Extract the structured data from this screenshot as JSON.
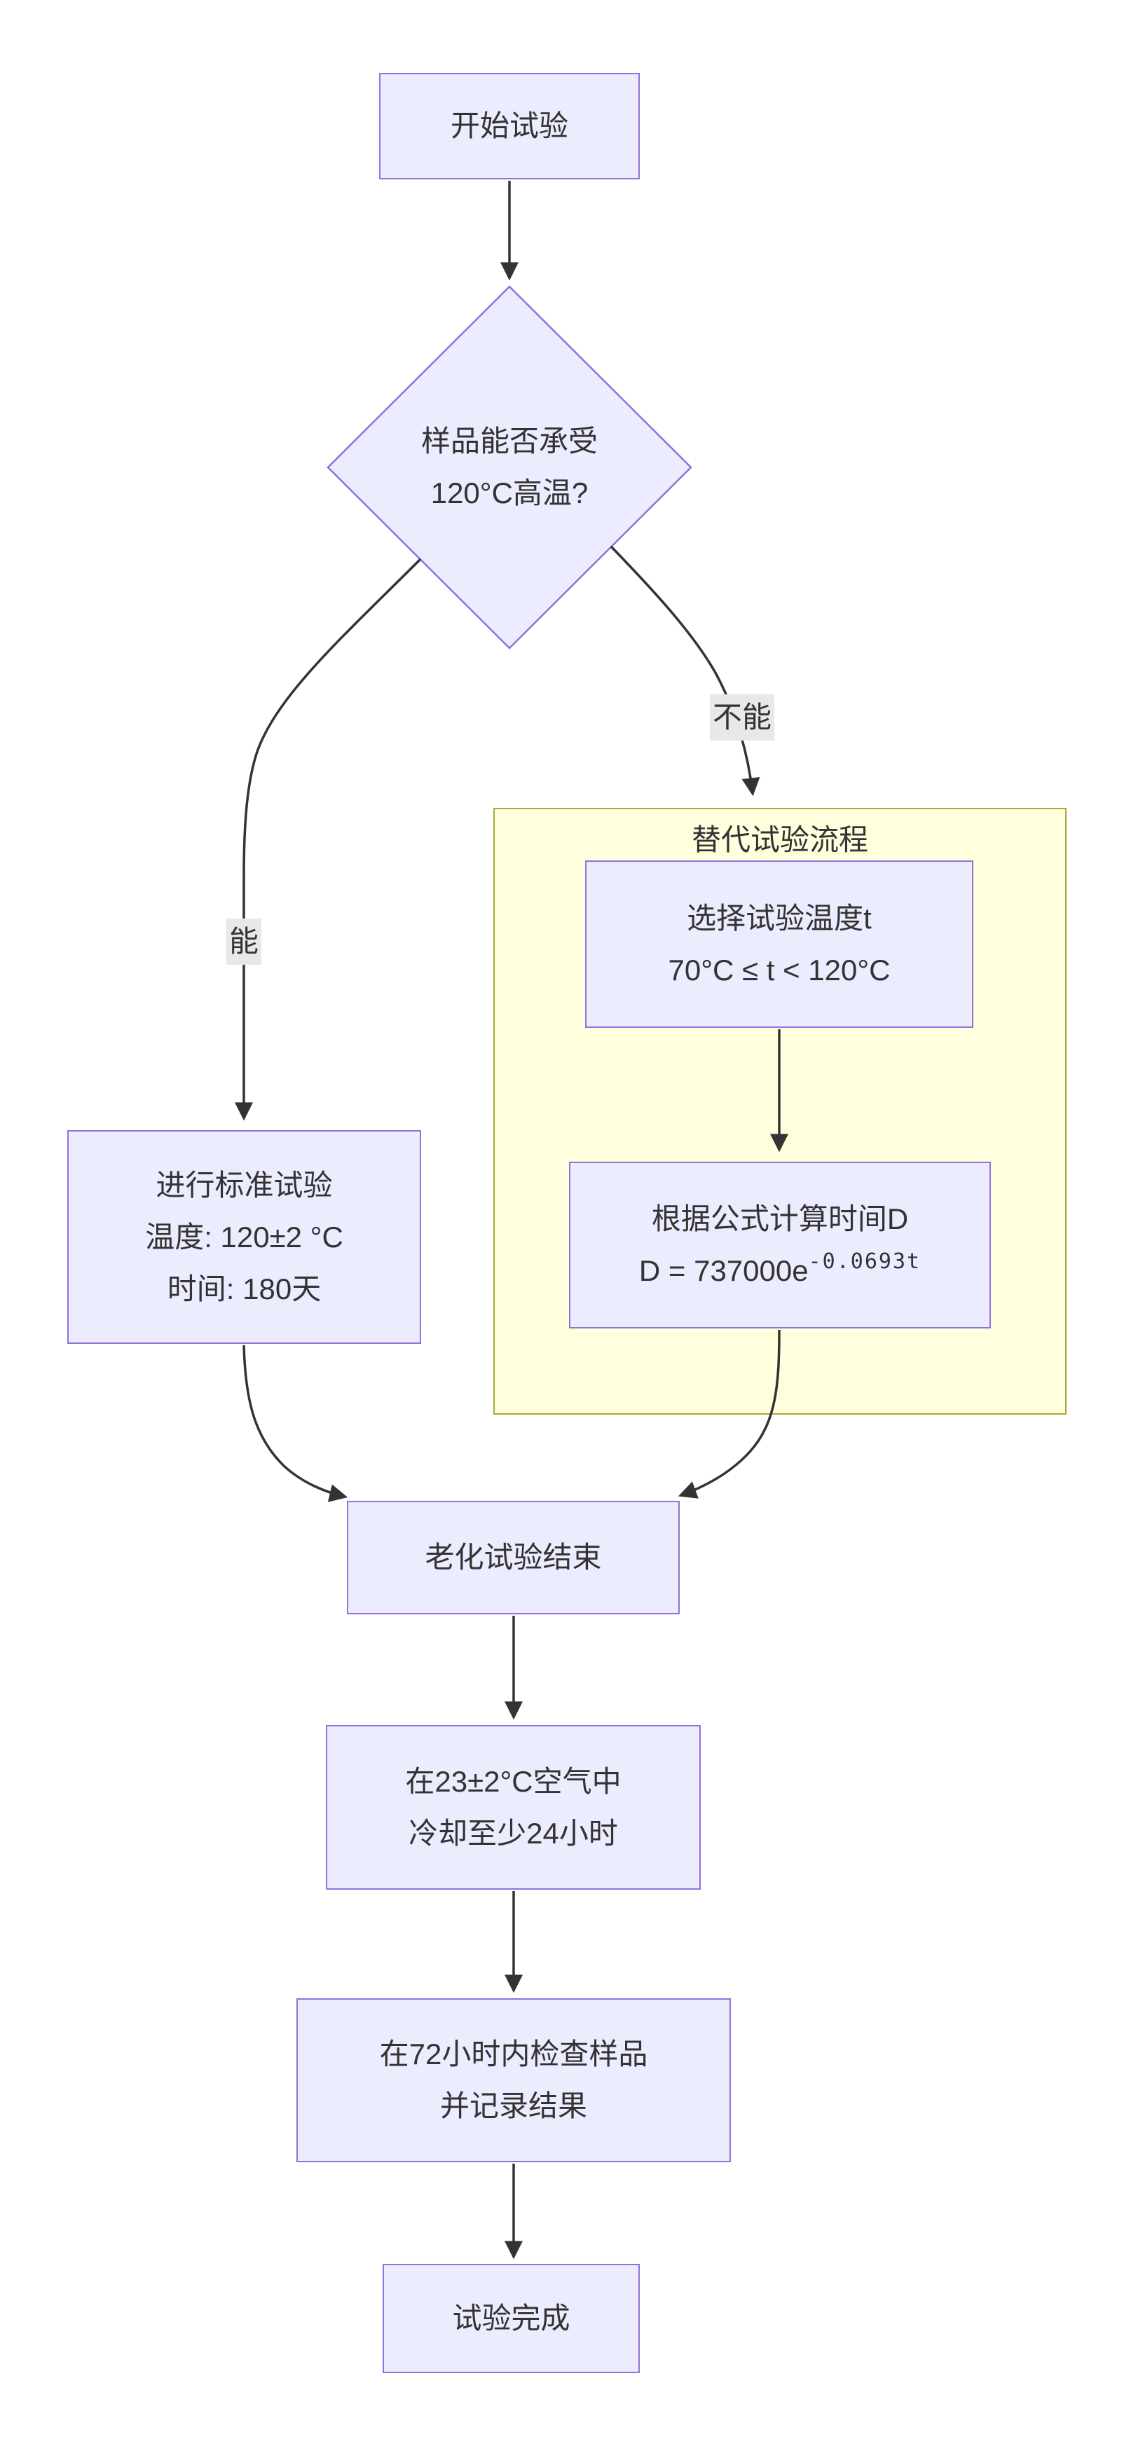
{
  "diagram": {
    "type": "flowchart",
    "direction": "top-down",
    "palette": {
      "node_fill": "#ECECFF",
      "node_border": "#9370DB",
      "cluster_fill": "#FFFFDE",
      "cluster_border": "#AAAA33",
      "edge_color": "#333333",
      "text_color": "#333333",
      "edge_label_bg": "#E8E8E8",
      "page_background": "#FFFFFF"
    },
    "nodes": {
      "start": {
        "shape": "rect",
        "label": "开始试验"
      },
      "decision": {
        "shape": "diamond",
        "line1": "样品能否承受",
        "line2": "120°C高温?"
      },
      "standard": {
        "shape": "rect",
        "line1": "进行标准试验",
        "line2": "温度: 120±2 °C",
        "line3": "时间: 180天"
      },
      "select_temp": {
        "shape": "rect",
        "line1": "选择试验温度t",
        "line2": "70°C ≤ t < 120°C"
      },
      "formula": {
        "shape": "rect",
        "line1": "根据公式计算时间D",
        "formula_base": "D = 737000e",
        "formula_exp": "-0.0693t"
      },
      "aging_end": {
        "shape": "rect",
        "label": "老化试验结束"
      },
      "cooling": {
        "shape": "rect",
        "line1": "在23±2°C空气中",
        "line2": "冷却至少24小时"
      },
      "inspect": {
        "shape": "rect",
        "line1": "在72小时内检查样品",
        "line2": "并记录结果"
      },
      "done": {
        "shape": "rect",
        "label": "试验完成"
      }
    },
    "cluster": {
      "title": "替代试验流程"
    },
    "edges": {
      "yes_label": "能",
      "no_label": "不能"
    }
  }
}
